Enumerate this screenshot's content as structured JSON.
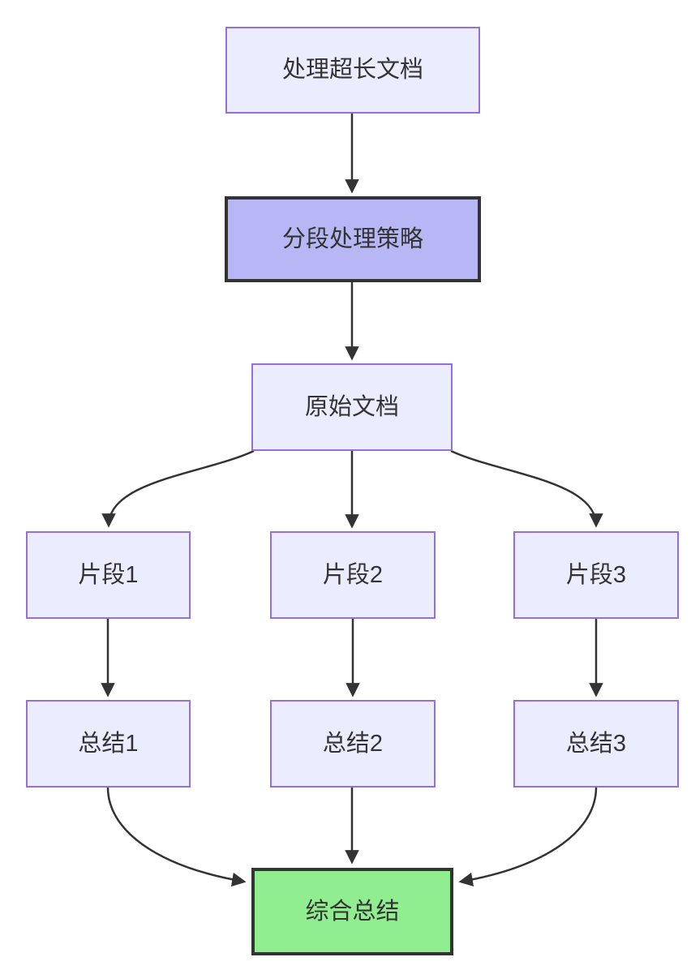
{
  "diagram": {
    "type": "flowchart-top-down",
    "background": "#FFFFFF",
    "edge_color": "#333333",
    "styles": {
      "default": {
        "fill": "#ECECFF",
        "stroke": "#9370DB",
        "text": "#333333"
      },
      "emphasis": {
        "fill": "#B6B7F4",
        "stroke": "#333333",
        "text": "#333333"
      },
      "success": {
        "fill": "#90EE90",
        "stroke": "#333333",
        "text": "#333333"
      }
    },
    "nodes": [
      {
        "id": "A",
        "label": "处理超长文档",
        "style": "default"
      },
      {
        "id": "B",
        "label": "分段处理策略",
        "style": "emphasis"
      },
      {
        "id": "C",
        "label": "原始文档",
        "style": "default"
      },
      {
        "id": "D1",
        "label": "片段1",
        "style": "default"
      },
      {
        "id": "D2",
        "label": "片段2",
        "style": "default"
      },
      {
        "id": "D3",
        "label": "片段3",
        "style": "default"
      },
      {
        "id": "E1",
        "label": "总结1",
        "style": "default"
      },
      {
        "id": "E2",
        "label": "总结2",
        "style": "default"
      },
      {
        "id": "E3",
        "label": "总结3",
        "style": "default"
      },
      {
        "id": "F",
        "label": "综合总结",
        "style": "success"
      }
    ],
    "edges": [
      {
        "from": "处理超长文档",
        "to": "分段处理策略"
      },
      {
        "from": "分段处理策略",
        "to": "原始文档"
      },
      {
        "from": "原始文档",
        "to": "片段1"
      },
      {
        "from": "原始文档",
        "to": "片段2"
      },
      {
        "from": "原始文档",
        "to": "片段3"
      },
      {
        "from": "片段1",
        "to": "总结1"
      },
      {
        "from": "片段2",
        "to": "总结2"
      },
      {
        "from": "片段3",
        "to": "总结3"
      },
      {
        "from": "总结1",
        "to": "综合总结"
      },
      {
        "from": "总结2",
        "to": "综合总结"
      },
      {
        "from": "总结3",
        "to": "综合总结"
      }
    ]
  }
}
